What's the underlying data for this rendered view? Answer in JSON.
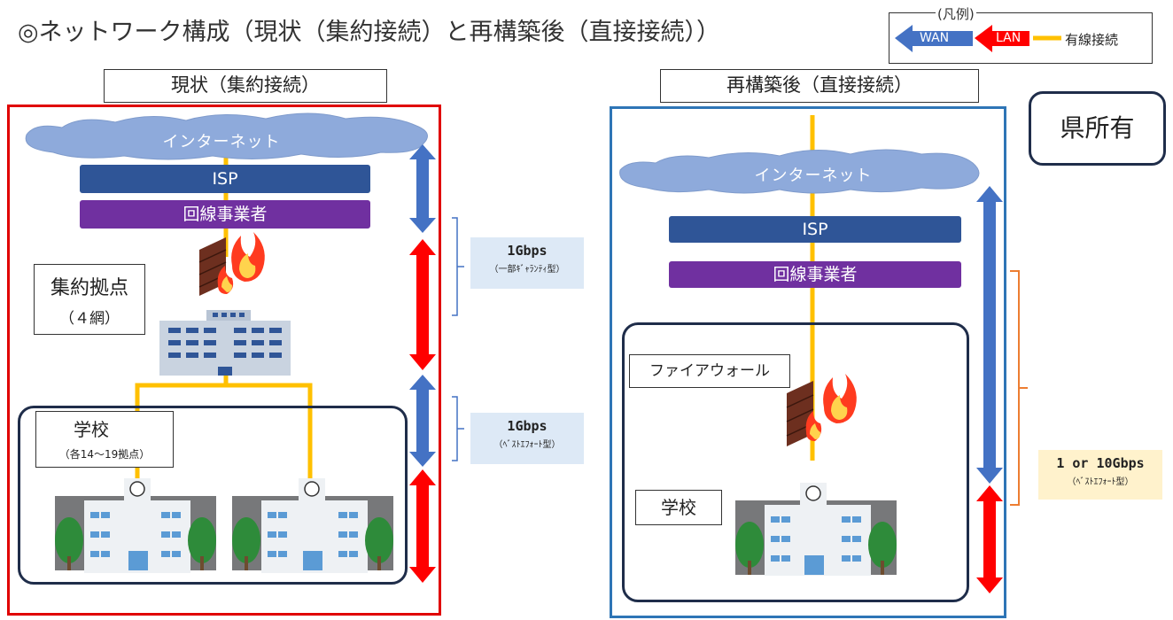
{
  "title": "◎ネットワーク構成（現状（集約接続）と再構築後（直接接続））",
  "legend": {
    "heading": "(凡例)",
    "wan": "WAN",
    "lan": "LAN",
    "wired": "有線接続",
    "colors": {
      "wan": "#4472c4",
      "lan": "#ff0000",
      "wired": "#ffc000"
    }
  },
  "current": {
    "label": "現状（集約接続）",
    "internet": "インターネット",
    "isp": "ISP",
    "carrier": "回線事業者",
    "hub_line1": "集約拠点",
    "hub_line2": "（４網）",
    "school": "学校",
    "school_note": "（各14～19拠点）",
    "speed1": "1Gbps",
    "speed1_note": "（一部ｷﾞｬﾗﾝﾃｨ型）",
    "speed2": "1Gbps",
    "speed2_note": "（ﾍﾞｽﾄｴﾌｫｰﾄ型）",
    "border_color": "#e00000"
  },
  "rebuilt": {
    "label": "再構築後（直接接続）",
    "internet": "インターネット",
    "isp": "ISP",
    "carrier": "回線事業者",
    "firewall": "ファイアウォール",
    "school": "学校",
    "speed": "1 or 10Gbps",
    "speed_note": "（ﾍﾞｽﾄｴﾌｫｰﾄ型）",
    "border_color": "#2e75b6"
  },
  "prefecture_owned": "県所有"
}
